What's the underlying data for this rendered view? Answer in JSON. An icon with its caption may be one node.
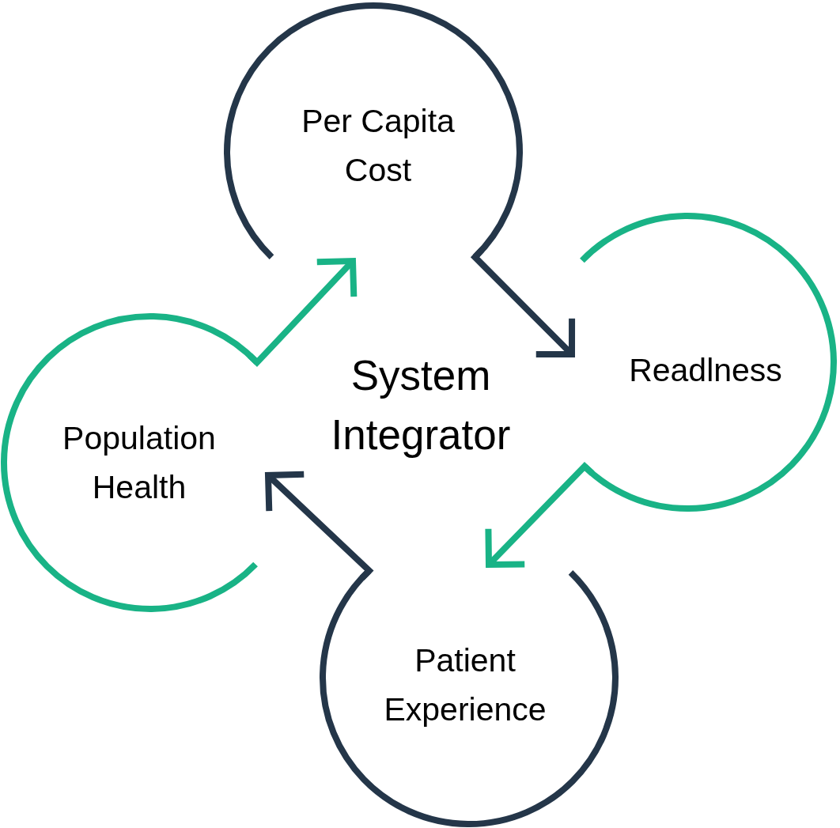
{
  "diagram": {
    "nodes": [
      {
        "text": [
          "Per Capita Cost"
        ]
      },
      {
        "text": [
          "Readlness"
        ]
      },
      {
        "text": [
          "Patient Experience"
        ]
      },
      {
        "text": [
          "Population Health"
        ]
      }
    ],
    "edges": [
      {
        "from": 0,
        "to": 1,
        "arrow": "to",
        "color": "#243649"
      },
      {
        "from": 1,
        "to": 2,
        "arrow": "to",
        "color": "#19b386"
      },
      {
        "from": 2,
        "to": 3,
        "arrow": "to",
        "color": "#243649"
      },
      {
        "from": 3,
        "to": 0,
        "arrow": "to",
        "color": "#19b386"
      }
    ],
    "labels": [
      "System Integrator"
    ]
  }
}
